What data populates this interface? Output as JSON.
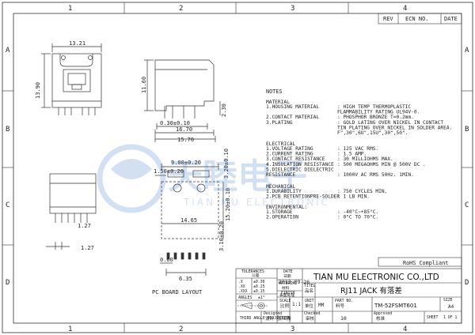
{
  "drawing": {
    "border": {
      "cols": [
        "1",
        "2",
        "3",
        "4"
      ],
      "rows": [
        "A",
        "B",
        "C",
        "D"
      ]
    },
    "revision_header": {
      "rev": "REV",
      "ecn": "ECN NO.",
      "date": "DATE"
    },
    "dimensions": {
      "top_width": "13.21",
      "front_height": "13.90",
      "side_height": "11.60",
      "side_small": "2.30",
      "side_gap": "0.30±0.10",
      "side_mid": "16.70",
      "side_overall": "15.70",
      "pcb_top": "9.00±0.20",
      "pcb_offset_a": "1.50±0.20",
      "pcb_offset_b": "3.20±0.10",
      "pcb_width": "14.65",
      "pcb_height": "15.20±0.10",
      "pcb_pitch": "3.10±0.20",
      "pin_pitch": "0.60",
      "pin_span": "6.35",
      "bottom_pitch": "1.27",
      "pcb_label": "PC BOARD LAYOUT"
    },
    "notes": {
      "title": "NOTES",
      "material": {
        "heading": "MATERIAL",
        "rows": [
          {
            "label": "1.HOUSING MATERIAL",
            "value": ": HIGH TEMP THERMOPLASTIC"
          },
          {
            "label": "",
            "value": "  FLAMMABILITY RATING UL94V-0."
          },
          {
            "label": "2.CONTACT MATERIAL",
            "value": ": PHOSPHOR BRONZE T=0.2mm."
          },
          {
            "label": "3.PLATING",
            "value": ": GOLD LATING OVER NICKEL IN CONTACT"
          },
          {
            "label": "",
            "value": "  TIN PLATING OVER NICKEL IN SOLDER AREA."
          },
          {
            "label": "",
            "value": "  F\",30\",6U\",15U\",30\",50\"."
          }
        ]
      },
      "electrical": {
        "heading": "ELECTRICAL",
        "rows": [
          {
            "label": "1.VOLTAGE RATING",
            "value": ": 125 VAC RMS."
          },
          {
            "label": "2.CURRENT RATING",
            "value": ": 1.5 AMP."
          },
          {
            "label": "3.CONTACT RESISTANCE",
            "value": ": 30 MILLIOHMS MAX."
          },
          {
            "label": "4.INSULATION RESISTANCE",
            "value": ": 500 MEGAOHMS MIN @ 500V DC ."
          },
          {
            "label": "5.DIELECTRIC DIELECTRIC",
            "value": ""
          },
          {
            "label": "  RESISTANCE",
            "value": ": 1000V AC RMS 50Hz. 1MIN."
          }
        ]
      },
      "mechanical": {
        "heading": "MECHANICAL",
        "rows": [
          {
            "label": "1.DURABILITY",
            "value": ": 750 CYCLES MIN."
          },
          {
            "label": "2.PCB RETENTIONPRE-SOLDER",
            "value": ": 1 LB MIN."
          }
        ]
      },
      "environmental": {
        "heading": "ENVIRONMENTAL:",
        "rows": [
          {
            "label": "1.STORAGE",
            "value": ": -40°C~+85°C."
          },
          {
            "label": "2.OPERATION",
            "value": ": 0°C TO 70°C."
          }
        ]
      }
    },
    "watermark": {
      "cn": "天睦电子",
      "en": "TIAN MU ELECTRONIC"
    },
    "rohs": "RoHS Compliant",
    "title_block": {
      "tolerances_label": "TOLERANCES",
      "tol_sub": "公差",
      "tol_rows": [
        {
          "k": ".X",
          "v": "±0.30"
        },
        {
          "k": ".XX",
          "v": "±0.25"
        },
        {
          "k": ".XXX",
          "v": "±0.15"
        }
      ],
      "angles_label": "ANGLES",
      "angles_value": "±1°",
      "date_label": "DATE",
      "date_cn": "日期",
      "date_value": "2013-09-26",
      "material_label": "MATERIAL",
      "material_cn": "材料",
      "finish_label": "FINISH",
      "finish_cn": "表面处理",
      "projection_label": "THIRD ANGLE PROJECTION",
      "designed_label": "Designed",
      "designed_cn": "设计",
      "designer": "张旺新",
      "scale_label": "SCALE",
      "scale_cn": "比例",
      "scale_value": "1:1",
      "unit_label": "UNIT",
      "unit_cn": "单位",
      "unit_value": "MM",
      "company": "TIAN MU ELECTRONIC CO.,LTD",
      "title_label": "TITEL",
      "title_cn": "品名",
      "title_value": "RJ11 JACK 有落差",
      "part_label": "PART NO.",
      "part_cn": "料号",
      "part_value": "TM-52FSMT601",
      "size_label": "SIZE",
      "size_value": "A4",
      "checked_label": "Checked",
      "checked_cn": "审核",
      "approved_label": "Approved",
      "approved_cn": "核准",
      "checked_value": "10",
      "sheet_label": "SHEET",
      "sheet_value": "1 OF 1"
    }
  }
}
